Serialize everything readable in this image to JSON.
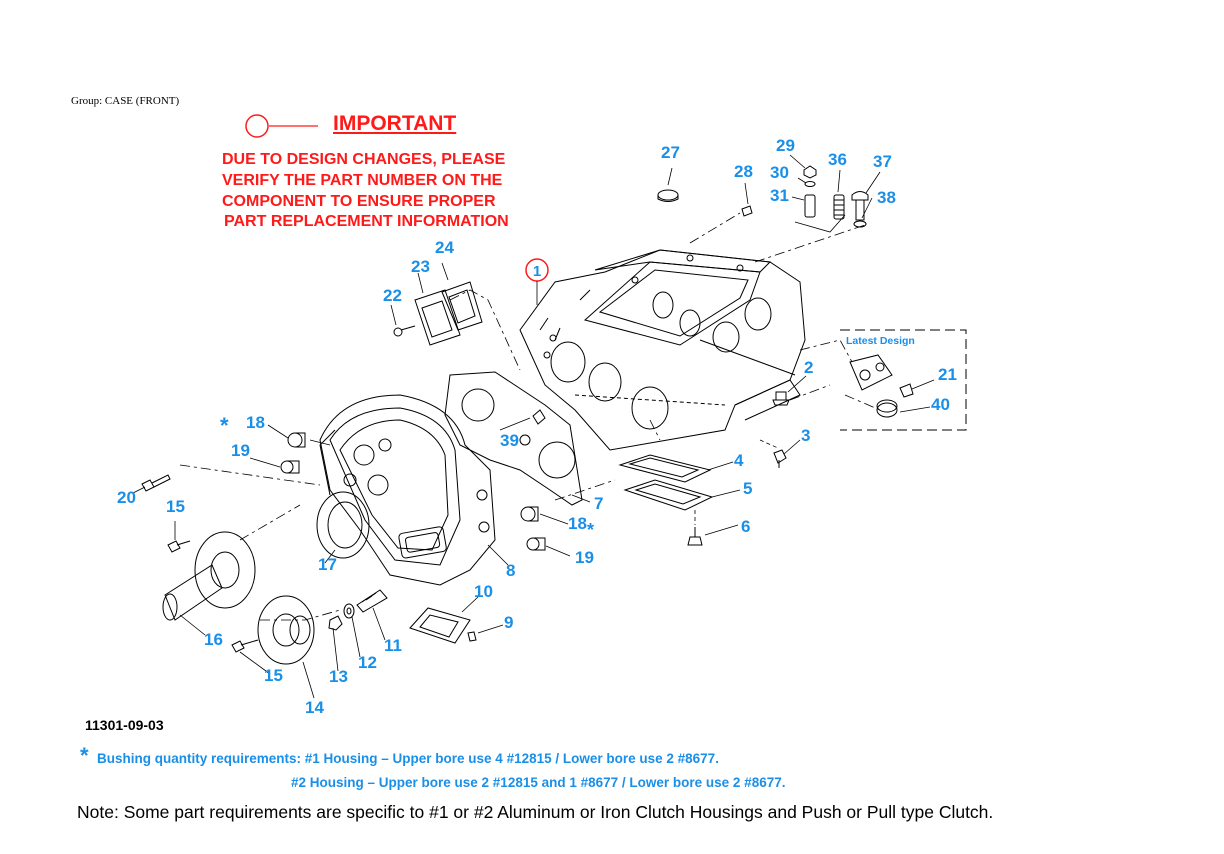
{
  "group_title": "Group: CASE (FRONT)",
  "important": {
    "title": "IMPORTANT",
    "lines": [
      "DUE TO DESIGN CHANGES, PLEASE",
      "VERIFY THE PART NUMBER ON THE",
      "COMPONENT TO ENSURE PROPER",
      "PART REPLACEMENT INFORMATION"
    ],
    "marker_label": "1"
  },
  "diagram_code": "11301-09-03",
  "inset_label": "Latest Design",
  "callouts": [
    "27",
    "29",
    "28",
    "30",
    "36",
    "37",
    "31",
    "38",
    "24",
    "23",
    "22",
    "2",
    "21",
    "40",
    "18",
    "3",
    "19",
    "39",
    "4",
    "5",
    "20",
    "15",
    "7",
    "18",
    "6",
    "17",
    "8",
    "19",
    "10",
    "9",
    "16",
    "11",
    "12",
    "15",
    "13",
    "14"
  ],
  "asterisk": "*",
  "bushing_note": {
    "line1": "Bushing quantity requirements: #1 Housing – Upper bore use 4 #12815  /  Lower bore use 2 #8677.",
    "line2": "#2 Housing – Upper bore use 2 #12815 and 1 #8677  /  Lower bore use 2 #8677."
  },
  "footer_note": "Note: Some part requirements are specific to #1 or #2 Aluminum or Iron Clutch Housings and Push or Pull type Clutch.",
  "colors": {
    "callout": "#1a8fe8",
    "important": "#ff1a1a",
    "line": "#000000"
  }
}
